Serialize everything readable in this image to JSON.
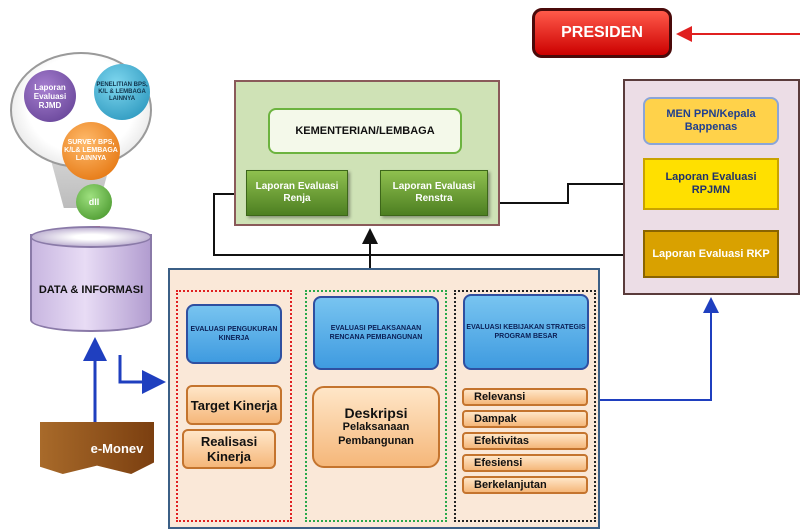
{
  "presiden": "PRESIDEN",
  "kementerian": {
    "title": "KEMENTERIAN/LEMBAGA",
    "renja": "Laporan Evaluasi Renja",
    "renstra": "Laporan Evaluasi Renstra"
  },
  "right": {
    "men": "MEN PPN/Kepala Bappenas",
    "rpjmn": "Laporan Evaluasi RPJMN",
    "rkp": "Laporan Evaluasi RKP"
  },
  "sources": {
    "rjmd": "Laporan Evaluasi RJMD",
    "penelitian": "PENELITIAN BPS, K/L & LEMBAGA LAINNYA",
    "survey": "SURVEY BPS, K/L& LEMBAGA LAINNYA",
    "dll": "dll"
  },
  "data_informasi": "DATA & INFORMASI",
  "emonev": "e-Monev",
  "evaluasi": {
    "kinerja": {
      "header": "EVALUASI PENGUKURAN KINERJA",
      "target": "Target Kinerja",
      "realisasi": "Realisasi Kinerja"
    },
    "pelaksanaan": {
      "header": "EVALUASI PELAKSANAAN RENCANA PEMBANGUNAN",
      "deskripsi_title": "Deskripsi",
      "deskripsi_body": "Pelaksanaan Pembangunan"
    },
    "kebijakan": {
      "header": "EVALUASI KEBIJAKAN STRATEGIS PROGRAM BESAR",
      "criteria": [
        "Relevansi",
        "Dampak",
        "Efektivitas",
        "Efesiensi",
        "Berkelanjutan"
      ]
    }
  },
  "colors": {
    "arrow_black": "#111111",
    "arrow_blue": "#1f3fbf",
    "arrow_red": "#e02020"
  }
}
